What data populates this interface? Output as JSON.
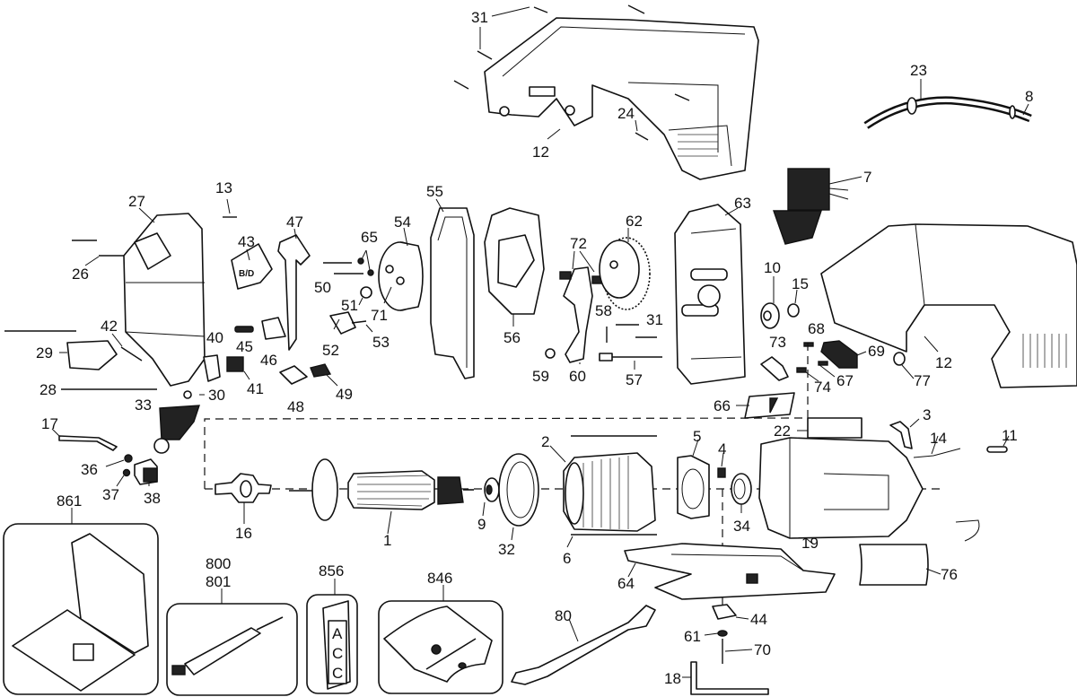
{
  "diagram": {
    "title": "Jigsaw exploded parts diagram",
    "part_labels": [
      {
        "id": "p31a",
        "text": "31"
      },
      {
        "id": "p12a",
        "text": "12"
      },
      {
        "id": "p24",
        "text": "24"
      },
      {
        "id": "p23",
        "text": "23"
      },
      {
        "id": "p8",
        "text": "8"
      },
      {
        "id": "p7",
        "text": "7"
      },
      {
        "id": "p13",
        "text": "13"
      },
      {
        "id": "p27",
        "text": "27"
      },
      {
        "id": "p26",
        "text": "26"
      },
      {
        "id": "p43",
        "text": "43"
      },
      {
        "id": "p47",
        "text": "47"
      },
      {
        "id": "p65",
        "text": "65"
      },
      {
        "id": "p54",
        "text": "54"
      },
      {
        "id": "p55",
        "text": "55"
      },
      {
        "id": "p50",
        "text": "50"
      },
      {
        "id": "p51",
        "text": "51"
      },
      {
        "id": "p71",
        "text": "71"
      },
      {
        "id": "p53",
        "text": "53"
      },
      {
        "id": "p52",
        "text": "52"
      },
      {
        "id": "p45",
        "text": "45"
      },
      {
        "id": "p46",
        "text": "46"
      },
      {
        "id": "p42",
        "text": "42"
      },
      {
        "id": "p29",
        "text": "29"
      },
      {
        "id": "p40",
        "text": "40"
      },
      {
        "id": "p41",
        "text": "41"
      },
      {
        "id": "p28",
        "text": "28"
      },
      {
        "id": "p30",
        "text": "30"
      },
      {
        "id": "p33",
        "text": "33"
      },
      {
        "id": "p48",
        "text": "48"
      },
      {
        "id": "p49",
        "text": "49"
      },
      {
        "id": "p56",
        "text": "56"
      },
      {
        "id": "p72",
        "text": "72"
      },
      {
        "id": "p62",
        "text": "62"
      },
      {
        "id": "p63",
        "text": "63"
      },
      {
        "id": "p58",
        "text": "58"
      },
      {
        "id": "p31b",
        "text": "31"
      },
      {
        "id": "p59",
        "text": "59"
      },
      {
        "id": "p60",
        "text": "60"
      },
      {
        "id": "p57",
        "text": "57"
      },
      {
        "id": "p10",
        "text": "10"
      },
      {
        "id": "p15",
        "text": "15"
      },
      {
        "id": "p68",
        "text": "68"
      },
      {
        "id": "p73",
        "text": "73"
      },
      {
        "id": "p69",
        "text": "69"
      },
      {
        "id": "p67",
        "text": "67"
      },
      {
        "id": "p74",
        "text": "74"
      },
      {
        "id": "p77",
        "text": "77"
      },
      {
        "id": "p12b",
        "text": "12"
      },
      {
        "id": "p66",
        "text": "66"
      },
      {
        "id": "p3",
        "text": "3"
      },
      {
        "id": "p22",
        "text": "22"
      },
      {
        "id": "p14",
        "text": "14"
      },
      {
        "id": "p11",
        "text": "11"
      },
      {
        "id": "p17",
        "text": "17"
      },
      {
        "id": "p36",
        "text": "36"
      },
      {
        "id": "p37",
        "text": "37"
      },
      {
        "id": "p38",
        "text": "38"
      },
      {
        "id": "p16",
        "text": "16"
      },
      {
        "id": "p1",
        "text": "1"
      },
      {
        "id": "p9",
        "text": "9"
      },
      {
        "id": "p32",
        "text": "32"
      },
      {
        "id": "p2",
        "text": "2"
      },
      {
        "id": "p6",
        "text": "6"
      },
      {
        "id": "p5",
        "text": "5"
      },
      {
        "id": "p4",
        "text": "4"
      },
      {
        "id": "p34",
        "text": "34"
      },
      {
        "id": "p19",
        "text": "19"
      },
      {
        "id": "p64",
        "text": "64"
      },
      {
        "id": "p76",
        "text": "76"
      },
      {
        "id": "p44",
        "text": "44"
      },
      {
        "id": "p61",
        "text": "61"
      },
      {
        "id": "p70",
        "text": "70"
      },
      {
        "id": "p18",
        "text": "18"
      },
      {
        "id": "p80",
        "text": "80"
      },
      {
        "id": "p861",
        "text": "861"
      },
      {
        "id": "p800",
        "text": "800"
      },
      {
        "id": "p801",
        "text": "801"
      },
      {
        "id": "p856",
        "text": "856"
      },
      {
        "id": "p846",
        "text": "846"
      }
    ],
    "kit_856_letters": [
      "A",
      "C",
      "C"
    ]
  }
}
